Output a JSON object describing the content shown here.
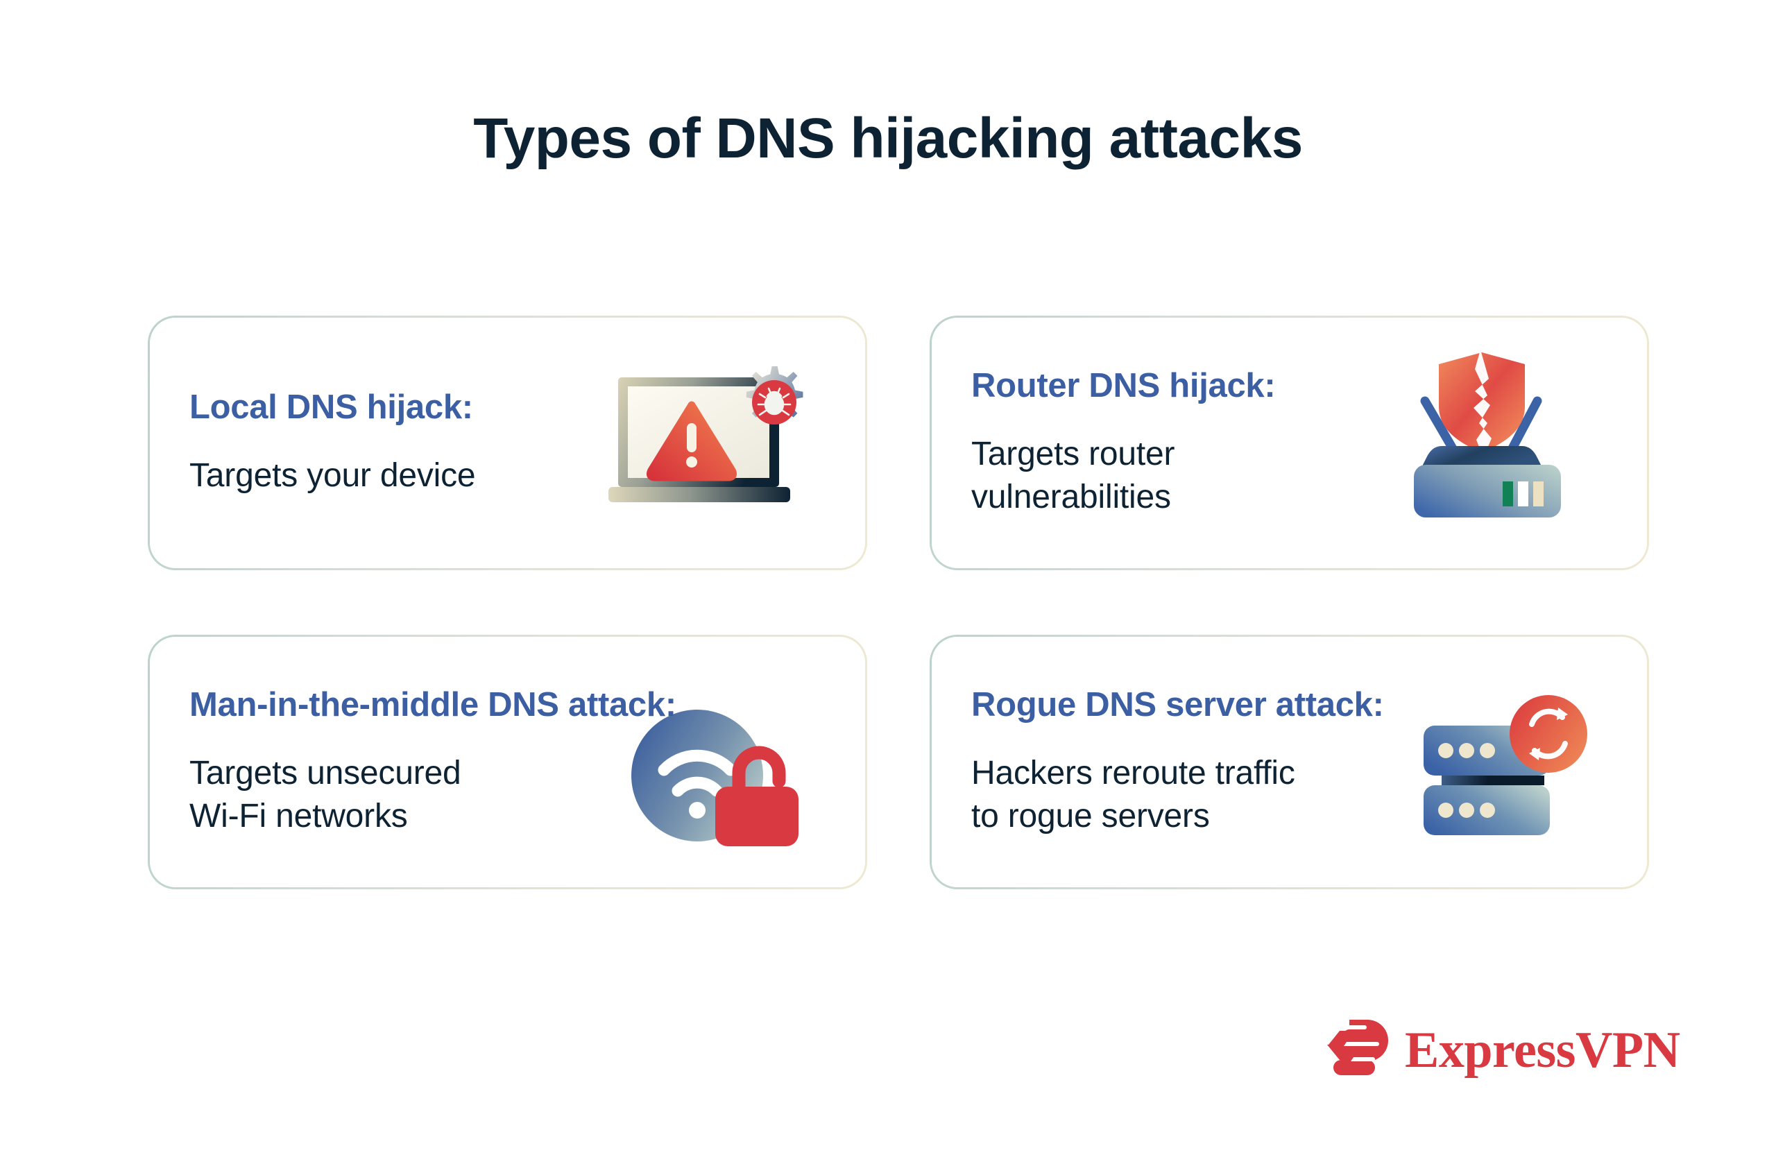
{
  "page": {
    "title": "Types of DNS hijacking attacks",
    "background_color": "#ffffff"
  },
  "theme": {
    "title_color": "#0d2233",
    "heading_color": "#3c5ea3",
    "body_color": "#0d2233",
    "card_border_gradient_start": "#bcd2cd",
    "card_border_gradient_end": "#efe9d2",
    "accent_red": "#d93a42",
    "accent_blue": "#3c5ea3"
  },
  "cards": [
    {
      "heading": "Local DNS hijack:",
      "body": "Targets your device",
      "icon": "laptop-warning-bug-gear-icon"
    },
    {
      "heading": "Router DNS hijack:",
      "body": "Targets router\nvulnerabilities",
      "icon": "router-broken-shield-icon"
    },
    {
      "heading": "Man-in-the-middle DNS attack:",
      "body": "Targets unsecured\nWi-Fi networks",
      "icon": "wifi-open-padlock-icon"
    },
    {
      "heading": "Rogue DNS server attack:",
      "body": "Hackers reroute traffic\nto rogue servers",
      "icon": "server-stack-refresh-icon"
    }
  ],
  "logo": {
    "text": "ExpressVPN",
    "mark": "expressvpn-e-mark-icon",
    "color": "#d93a42"
  }
}
